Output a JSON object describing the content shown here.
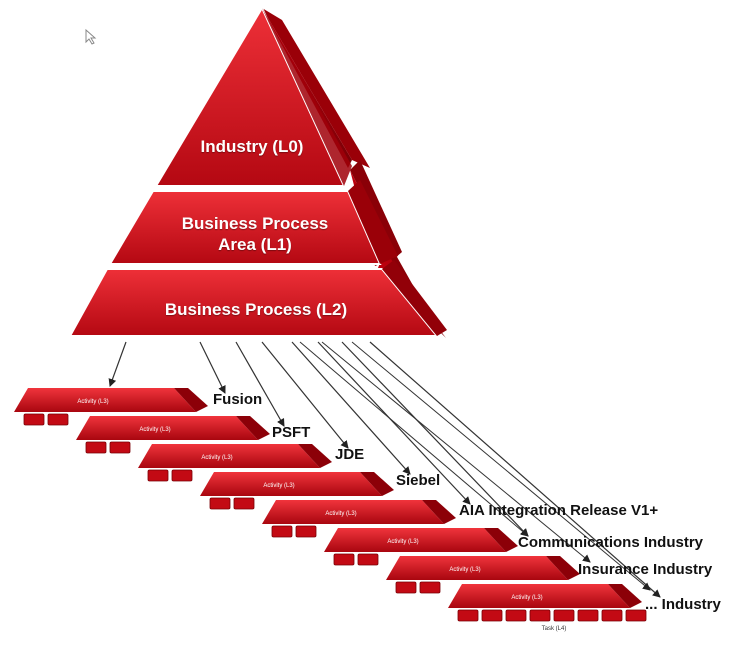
{
  "pyramid": {
    "levels": [
      {
        "label": "Industry (L0)"
      },
      {
        "label_line1": "Business Process",
        "label_line2": "Area (L1)"
      },
      {
        "label": "Business Process (L2)"
      }
    ]
  },
  "activity_label": "Activity (L3)",
  "task_label": "Task (L4)",
  "platforms": [
    "Fusion",
    "PSFT",
    "JDE",
    "Siebel",
    "AIA Integration Release V1+",
    "Communications Industry",
    "Insurance Industry",
    "... Industry"
  ],
  "colors": {
    "red": "#d0101a",
    "red_light": "#e8323a",
    "red_dark": "#8c0008",
    "red_side": "#b0000c"
  }
}
